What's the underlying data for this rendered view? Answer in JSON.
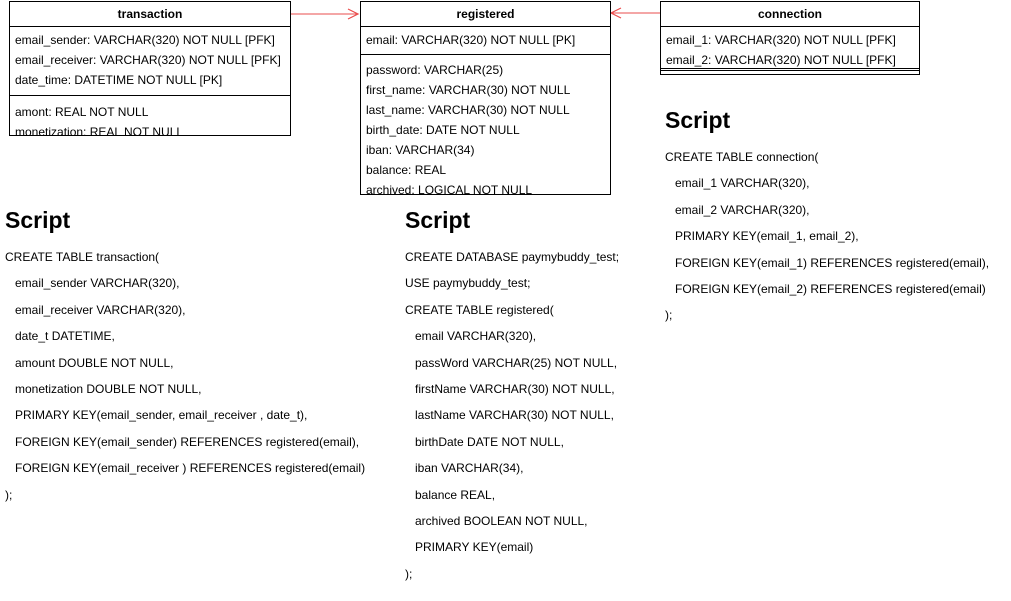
{
  "entities": {
    "transaction": {
      "title": "transaction",
      "key_attrs": [
        "email_sender: VARCHAR(320) NOT NULL [PFK]",
        "email_receiver: VARCHAR(320) NOT NULL [PFK]",
        "date_time: DATETIME NOT NULL [PK]"
      ],
      "attrs": [
        "amont: REAL NOT NULL",
        "monetization: REAL NOT NULL"
      ]
    },
    "registered": {
      "title": "registered",
      "key_attrs": [
        "email: VARCHAR(320) NOT NULL [PK]"
      ],
      "attrs": [
        "password: VARCHAR(25)",
        "first_name: VARCHAR(30) NOT NULL",
        "last_name: VARCHAR(30) NOT NULL",
        "birth_date: DATE NOT NULL",
        "iban: VARCHAR(34)",
        "balance: REAL",
        "archived: LOGICAL NOT NULL"
      ]
    },
    "connection": {
      "title": "connection",
      "key_attrs": [
        "email_1: VARCHAR(320) NOT NULL [PFK]",
        "email_2: VARCHAR(320) NOT NULL [PFK]"
      ],
      "attrs": []
    }
  },
  "scripts": {
    "transaction": {
      "title": "Script",
      "lines": [
        "CREATE TABLE transaction(",
        "email_sender VARCHAR(320),",
        "email_receiver VARCHAR(320),",
        "date_t DATETIME,",
        "amount DOUBLE NOT NULL,",
        "monetization DOUBLE NOT NULL,",
        "PRIMARY KEY(email_sender, email_receiver , date_t),",
        "FOREIGN KEY(email_sender) REFERENCES registered(email),",
        "FOREIGN KEY(email_receiver ) REFERENCES registered(email)",
        ");"
      ]
    },
    "registered": {
      "title": "Script",
      "lines": [
        "CREATE DATABASE paymybuddy_test;",
        "USE paymybuddy_test;",
        "CREATE TABLE registered(",
        "email VARCHAR(320),",
        "passWord VARCHAR(25) NOT NULL,",
        "firstName VARCHAR(30) NOT NULL,",
        "lastName VARCHAR(30) NOT NULL,",
        "birthDate DATE NOT NULL,",
        "iban VARCHAR(34),",
        "balance REAL,",
        "archived BOOLEAN NOT NULL,",
        "PRIMARY KEY(email)",
        ");"
      ]
    },
    "connection": {
      "title": "Script",
      "lines": [
        "CREATE TABLE connection(",
        "email_1 VARCHAR(320),",
        "email_2 VARCHAR(320),",
        "PRIMARY KEY(email_1, email_2),",
        "FOREIGN KEY(email_1) REFERENCES registered(email),",
        "FOREIGN KEY(email_2) REFERENCES registered(email)",
        ");"
      ]
    }
  },
  "colors": {
    "arrow": "#ea4c4c",
    "border": "#000000"
  }
}
